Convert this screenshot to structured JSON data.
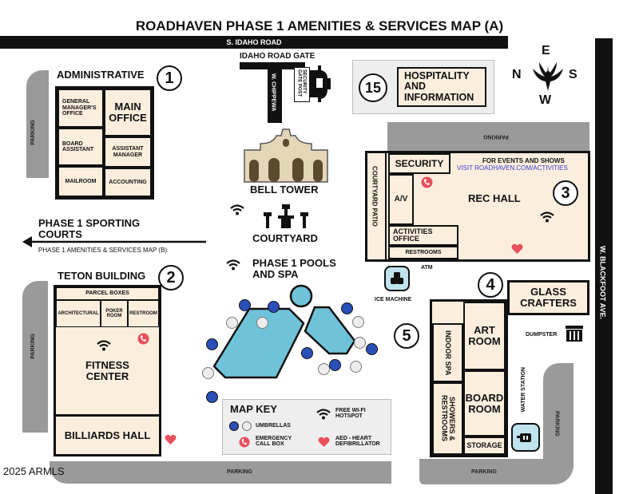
{
  "title": "ROADHAVEN PHASE 1 AMENITIES & SERVICES MAP (A)",
  "roads": {
    "idaho": "S. IDAHO ROAD",
    "chippewa": "W. CHIPPEWA",
    "blackfoot": "W. BLACKFOOT AVE."
  },
  "gate": {
    "label": "IDAHO ROAD GATE",
    "post": "SECURITY GATE POST"
  },
  "compass": {
    "n": "N",
    "e": "E",
    "s": "S",
    "w": "W"
  },
  "hospitality": {
    "number": "15",
    "label": "HOSPITALITY AND INFORMATION"
  },
  "admin": {
    "title": "ADMINISTRATIVE",
    "number": "1",
    "rooms": {
      "gm": "GENERAL MANAGER'S OFFICE",
      "main": "MAIN OFFICE",
      "board_assistant": "BOARD ASSISTANT",
      "assistant_manager": "ASSISTANT MANAGER",
      "mailroom": "MAILROOM",
      "accounting": "ACCOUNTING"
    }
  },
  "parking": "PARKING",
  "bell_tower": "BELL TOWER",
  "courtyard": "COURTYARD",
  "sporting": {
    "title": "PHASE 1 SPORTING COURTS",
    "subtitle": "PHASE 1 AMENITIES & SERVICES MAP (B)"
  },
  "pools": {
    "title": "PHASE 1 POOLS AND SPA"
  },
  "teton": {
    "title": "TETON BUILDING",
    "number": "2",
    "rooms": {
      "parcel": "PARCEL BOXES",
      "architectural": "ARCHITECTURAL",
      "poker": "POKER ROOM",
      "restroom": "RESTROOM",
      "fitness": "FITNESS CENTER",
      "billiards": "BILLIARDS HALL"
    }
  },
  "rec": {
    "number": "3",
    "courtyard_patio": "COURTYARD PATIO",
    "security": "SECURITY",
    "av": "A/V",
    "events_line1": "FOR EVENTS AND SHOWS",
    "events_line2": "VISIT ROADHAVEN.COM/ACTIVITIES",
    "hall": "REC HALL",
    "activities": "ACTIVITIES OFFICE",
    "restrooms": "RESTROOMS",
    "atm": "ATM"
  },
  "ice_machine": "ICE MACHINE",
  "building4": {
    "number": "4",
    "glass": "GLASS CRAFTERS",
    "art": "ART ROOM",
    "indoor_spa": "INDOOR SPA",
    "showers": "SHOWERS & RESTROOMS",
    "board": "BOARD ROOM",
    "storage": "STORAGE"
  },
  "number5": "5",
  "dumpster": "DUMPSTER",
  "water_station": "WATER STATION",
  "map_key": {
    "title": "MAP KEY",
    "umbrellas": "UMBRELLAS",
    "wifi": "FREE WI-FI HOTSPOT",
    "emergency": "EMERGENCY CALL BOX",
    "aed": "AED - HEART DEFIBRILLATOR"
  },
  "copyright": "2025 ARMLS",
  "colors": {
    "building": "#fbeedd",
    "road": "#111111",
    "parking": "#9a9a9a",
    "pool": "#6fc3d9",
    "umbrella_blue": "#2a4fb8",
    "emergency": "#e8505b",
    "aed": "#e8505b",
    "link": "#3b3bd0"
  }
}
